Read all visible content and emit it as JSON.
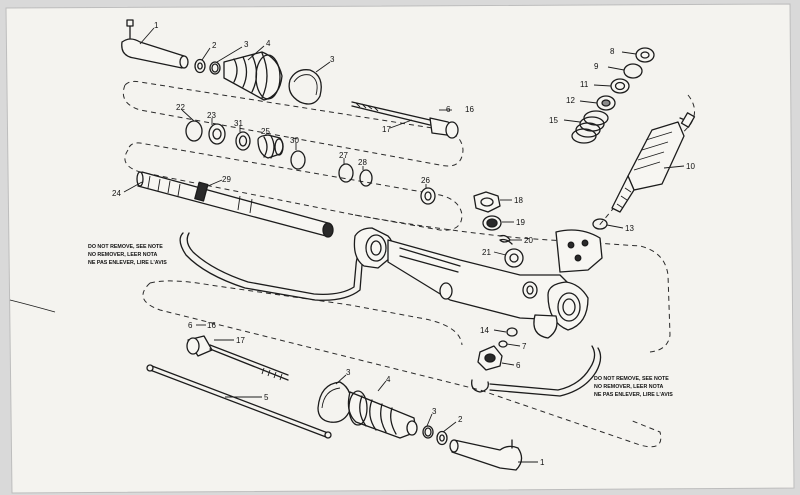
{
  "diagram": {
    "callouts": {
      "c1a": "1",
      "c2a": "2",
      "c3a": "3",
      "c4a": "4",
      "c3b": "3",
      "c22": "22",
      "c23": "23",
      "c31": "31",
      "c25": "25",
      "c30": "30",
      "c27": "27",
      "c28": "28",
      "c26": "26",
      "c24": "24",
      "c29": "29",
      "c6a": "6",
      "c16a": "16",
      "c17a": "17",
      "c8": "8",
      "c9": "9",
      "c11": "11",
      "c12": "12",
      "c15": "15",
      "c10": "10",
      "c13": "13",
      "c18": "18",
      "c19": "19",
      "c20": "20",
      "c21": "21",
      "c14": "14",
      "c7": "7",
      "c6b": "6",
      "c6c": "6",
      "c16b": "16",
      "c17b": "17",
      "c5": "5",
      "c3c": "3",
      "c4b": "4",
      "c3d": "3",
      "c2b": "2",
      "c1b": "1"
    },
    "notes": {
      "left": [
        "DO NOT REMOVE, SEE NOTE",
        "NO REMOVER, LEER NOTA",
        "NE PAS ENLEVER, LIRE L'AVIS"
      ],
      "right": [
        "DO NOT REMOVE, SEE NOTE",
        "NO REMOVER, LEER NOTA",
        "NE PAS ENLEVER, LIRE L'AVIS"
      ]
    }
  }
}
